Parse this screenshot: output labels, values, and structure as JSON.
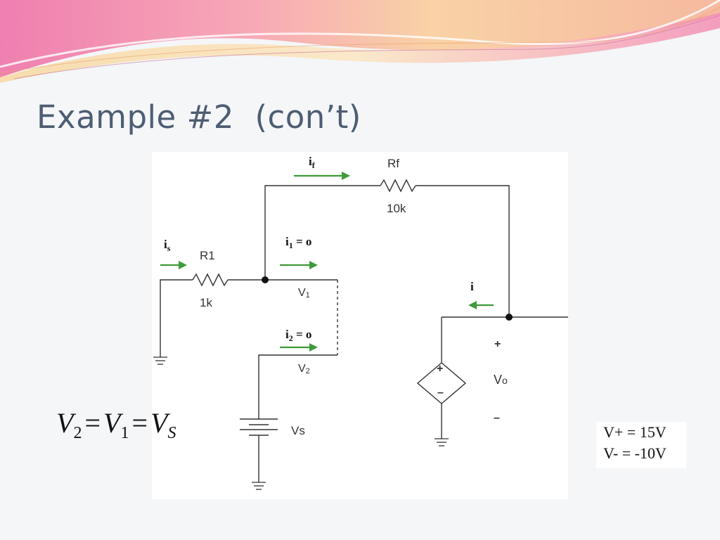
{
  "slide": {
    "title": "Example #2  (con’t)"
  },
  "circuit": {
    "rf_name": "Rf",
    "rf_value": "10k",
    "r1_name": "R1",
    "r1_value": "1k",
    "i_f_label": "i",
    "i_f_sub": "f",
    "i_s_label": "i",
    "i_s_sub": "s",
    "i1_label": "i",
    "i1_sub": "1",
    "i1_value": " = o",
    "i2_label": "i",
    "i2_sub": "2",
    "i2_value": " = o",
    "i_label": "i",
    "v1_label": "V",
    "v1_sub": "1",
    "v2_label": "V",
    "v2_sub": "2",
    "vs_label": "Vs",
    "vo_label": "V",
    "vo_sub": "o",
    "plus_sign": "+",
    "minus_sign": "–",
    "source_plus": "+",
    "source_minus": "–"
  },
  "equation": {
    "v2": "V",
    "v2_sub": "2",
    "eq1": "=",
    "v1": "V",
    "v1_sub": "1",
    "eq2": "=",
    "vs": "V",
    "vs_sub": "S"
  },
  "supply": {
    "v_plus": "V+ = 15V",
    "v_minus": "V- = -10V"
  },
  "colors": {
    "title": "#4d5d73",
    "arrow": "#3f9a3a",
    "banner_pink": "#ec6fa2",
    "banner_peach": "#f7c08a"
  }
}
